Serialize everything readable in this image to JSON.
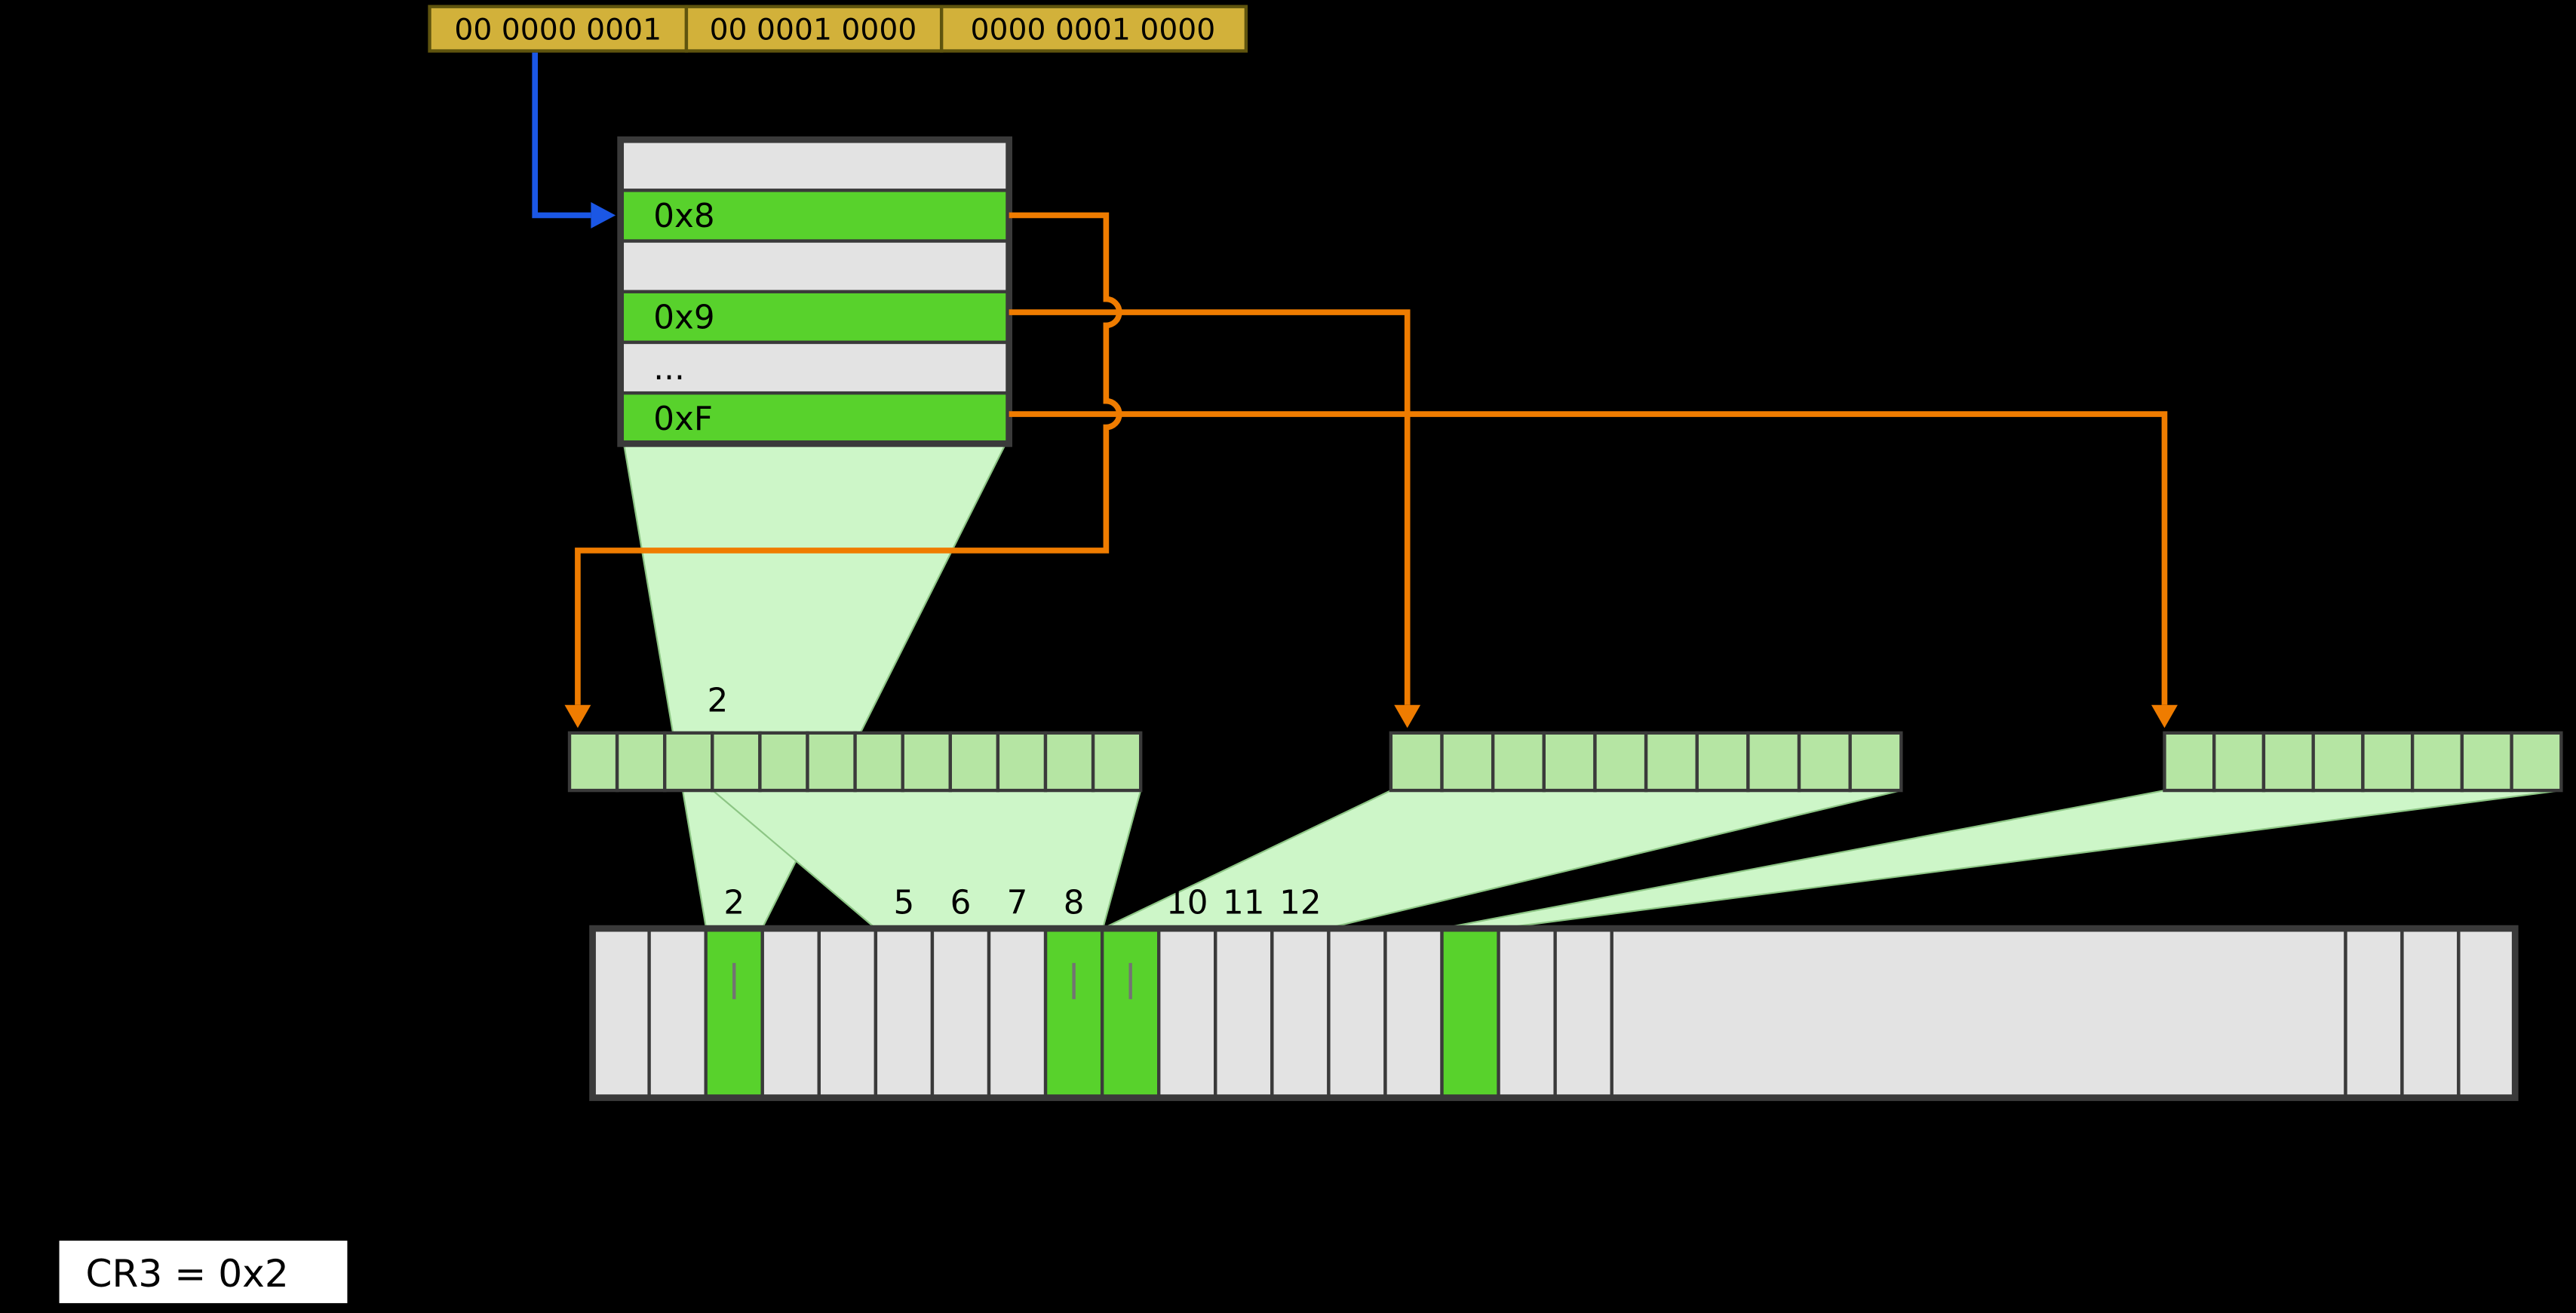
{
  "colors": {
    "background": "#000000",
    "va_fill": "#d2b13a",
    "va_border": "#5f540e",
    "highlight_green": "#58d22c",
    "cell_gray": "#e3e3e3",
    "strip_green": "#b5e5a3",
    "fan_green": "#cdf6c8",
    "arrow_blue": "#1b57e5",
    "arrow_orange": "#ef7c00",
    "border_dark": "#3a3a3a"
  },
  "virtual_address": {
    "fields": [
      {
        "bits": "00 0000 0001"
      },
      {
        "bits": "00 0001 0000"
      },
      {
        "bits": "0000 0001 0000"
      }
    ]
  },
  "page_directory": {
    "rows": [
      {
        "label": "",
        "highlighted": false
      },
      {
        "label": "0x8",
        "highlighted": true
      },
      {
        "label": "",
        "highlighted": false
      },
      {
        "label": "0x9",
        "highlighted": true
      },
      {
        "label": "...",
        "highlighted": false
      },
      {
        "label": "0xF",
        "highlighted": true
      }
    ]
  },
  "page_tables": [
    {
      "name": "page-table-0x8",
      "cells": 12,
      "label": "2"
    },
    {
      "name": "page-table-0x9",
      "cells": 10,
      "label": ""
    },
    {
      "name": "page-table-0xF",
      "cells": 8,
      "label": ""
    }
  ],
  "physical_memory": {
    "num_frames_shown": 18,
    "tail_cells": 3,
    "green_frames": [
      2,
      8,
      9,
      15
    ],
    "tick_frames": [
      2,
      8,
      9
    ],
    "frame_labels": [
      {
        "frame": 2,
        "text": "2"
      },
      {
        "frame": 5,
        "text": "5"
      },
      {
        "frame": 6,
        "text": "6"
      },
      {
        "frame": 7,
        "text": "7"
      },
      {
        "frame": 8,
        "text": "8"
      },
      {
        "frame": 10,
        "text": "10"
      },
      {
        "frame": 11,
        "text": "11"
      },
      {
        "frame": 12,
        "text": "12"
      }
    ]
  },
  "cr3": {
    "label": "CR3 = 0x2"
  }
}
